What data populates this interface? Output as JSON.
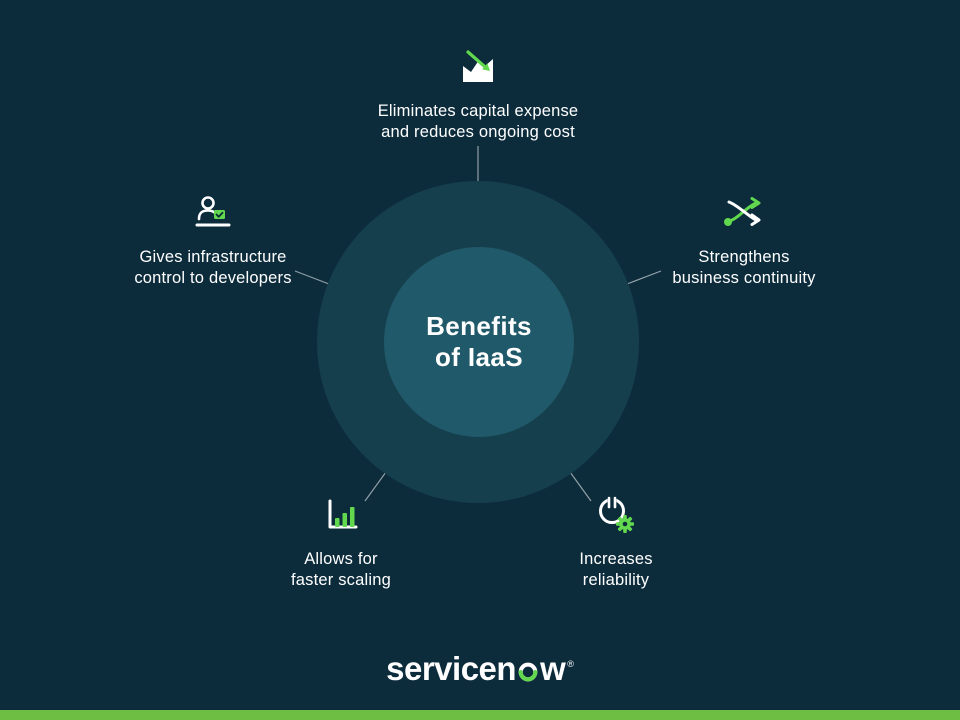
{
  "center": {
    "title_line1": "Benefits",
    "title_line2": "of IaaS"
  },
  "items": [
    {
      "name": "eliminates-capital-expense",
      "icon": "declining-cost-chart-icon",
      "line1": "Eliminates capital expense",
      "line2": "and reduces ongoing cost"
    },
    {
      "name": "gives-infrastructure-control",
      "icon": "developer-at-laptop-icon",
      "line1": "Gives infrastructure",
      "line2": "control to developers"
    },
    {
      "name": "strengthens-business-continuity",
      "icon": "crossing-arrows-icon",
      "line1": "Strengthens",
      "line2": "business continuity"
    },
    {
      "name": "allows-faster-scaling",
      "icon": "bar-chart-icon",
      "line1": "Allows for",
      "line2": "faster scaling"
    },
    {
      "name": "increases-reliability",
      "icon": "wrench-gear-icon",
      "line1": "Increases",
      "line2": "reliability"
    }
  ],
  "logo": {
    "prefix": "servicen",
    "suffix": "w",
    "registered": "®"
  },
  "colors": {
    "background": "#0c2c3c",
    "outer_circle": "#163f4d",
    "inner_circle": "#20596a",
    "accent_green": "#62d84e",
    "bar_green": "#6fbe44",
    "text": "#ffffff"
  }
}
